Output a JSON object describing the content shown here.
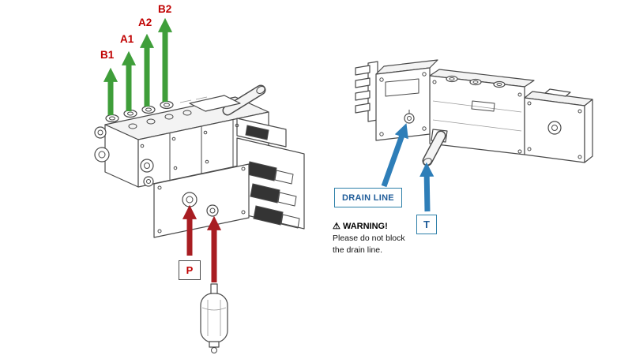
{
  "port_labels": {
    "b1": "B1",
    "a1": "A1",
    "a2": "A2",
    "b2": "B2"
  },
  "boxed_labels": {
    "p": "P",
    "t": "T",
    "drain_line": "DRAIN LINE"
  },
  "warning": {
    "icon": "⚠",
    "title": "WARNING!",
    "line1": "Please do not block",
    "line2": "the drain line."
  },
  "colors": {
    "green": "#3f9e3a",
    "red": "#a81d22",
    "blue": "#2e7eb8",
    "labelRed": "#c00000",
    "labelBlue": "#1f5c99",
    "line": "#4a4a4a",
    "boxBorderBlue": "#2d7fa8",
    "boxBorderDark": "#4a4a4a"
  }
}
